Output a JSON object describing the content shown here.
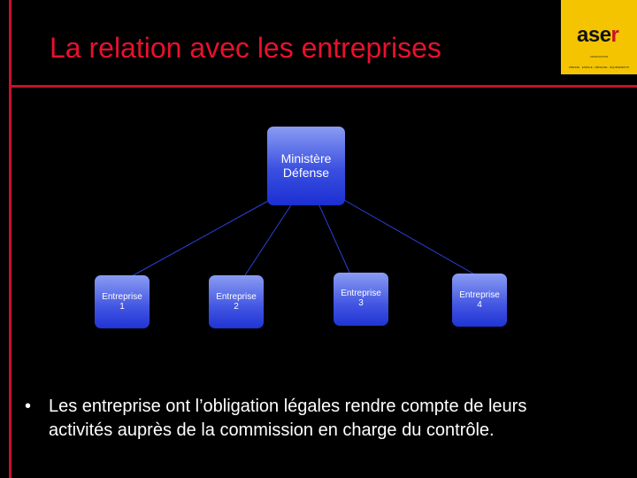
{
  "slide": {
    "title": "La relation avec les entreprises",
    "bullet": "Les entreprise ont l’obligation légales rendre compte de leurs activités auprès de la commission en charge du contrôle."
  },
  "logo": {
    "prefix": "ase",
    "accent": "r",
    "subline": "ASSOCIATION",
    "tagline": "PRESSE · ESPACE · DÉFENSE · ÉQUIPEMENTS"
  },
  "diagram": {
    "root": {
      "line1": "Ministère",
      "line2": "Défense"
    },
    "children": [
      {
        "line1": "Entreprise",
        "line2": "1"
      },
      {
        "line1": "Entreprise",
        "line2": "2"
      },
      {
        "line1": "Entreprise",
        "line2": "3"
      },
      {
        "line1": "Entreprise",
        "line2": "4"
      }
    ]
  },
  "colors": {
    "background": "#000000",
    "title": "#e8112d",
    "frame": "#c8102e",
    "logo_bg": "#f5c400",
    "node": "#2a3fd8",
    "connector": "#2a3fd8"
  }
}
